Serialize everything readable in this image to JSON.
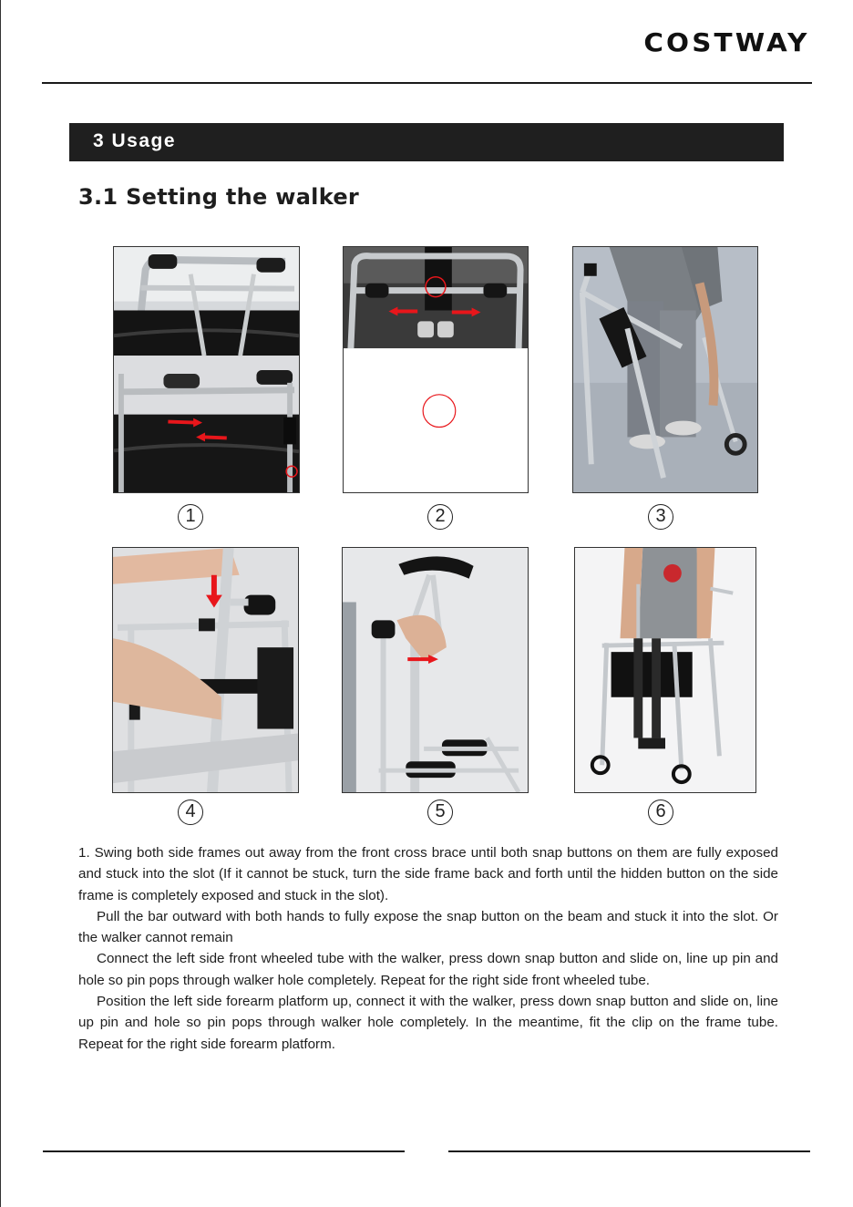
{
  "header": {
    "brand": "COSTWAY"
  },
  "section": {
    "title": "3  Usage"
  },
  "subsection": {
    "title": "3.1 Setting the walker"
  },
  "steps": [
    {
      "number": "1"
    },
    {
      "number": "2"
    },
    {
      "number": "3"
    },
    {
      "number": "4"
    },
    {
      "number": "5"
    },
    {
      "number": "6"
    }
  ],
  "instructions": {
    "p1": "1. Swing both side frames out away from the front cross brace until both snap buttons on them are fully exposed and stuck into the slot (If it cannot be stuck, turn the side frame back and forth until the hidden button on the side frame is completely exposed and stuck in the slot).",
    "p2": "Pull the bar outward with both hands to fully expose the snap button on the beam and stuck it into the slot. Or the walker cannot remain",
    "p3": "Connect the left side front wheeled tube with the walker, press down snap button and slide on, line up pin and hole so pin pops through walker hole completely. Repeat for the right side front wheeled tube.",
    "p4": "Position the left side forearm platform up, connect it with the walker, press down snap button and slide on, line up pin and hole so pin pops through walker hole completely. In the meantime, fit the clip on the frame tube. Repeat for the right side forearm platform."
  },
  "colors": {
    "section_bar": "#1f1f1f",
    "arrow": "#e8161b",
    "text": "#1e1e1e"
  }
}
